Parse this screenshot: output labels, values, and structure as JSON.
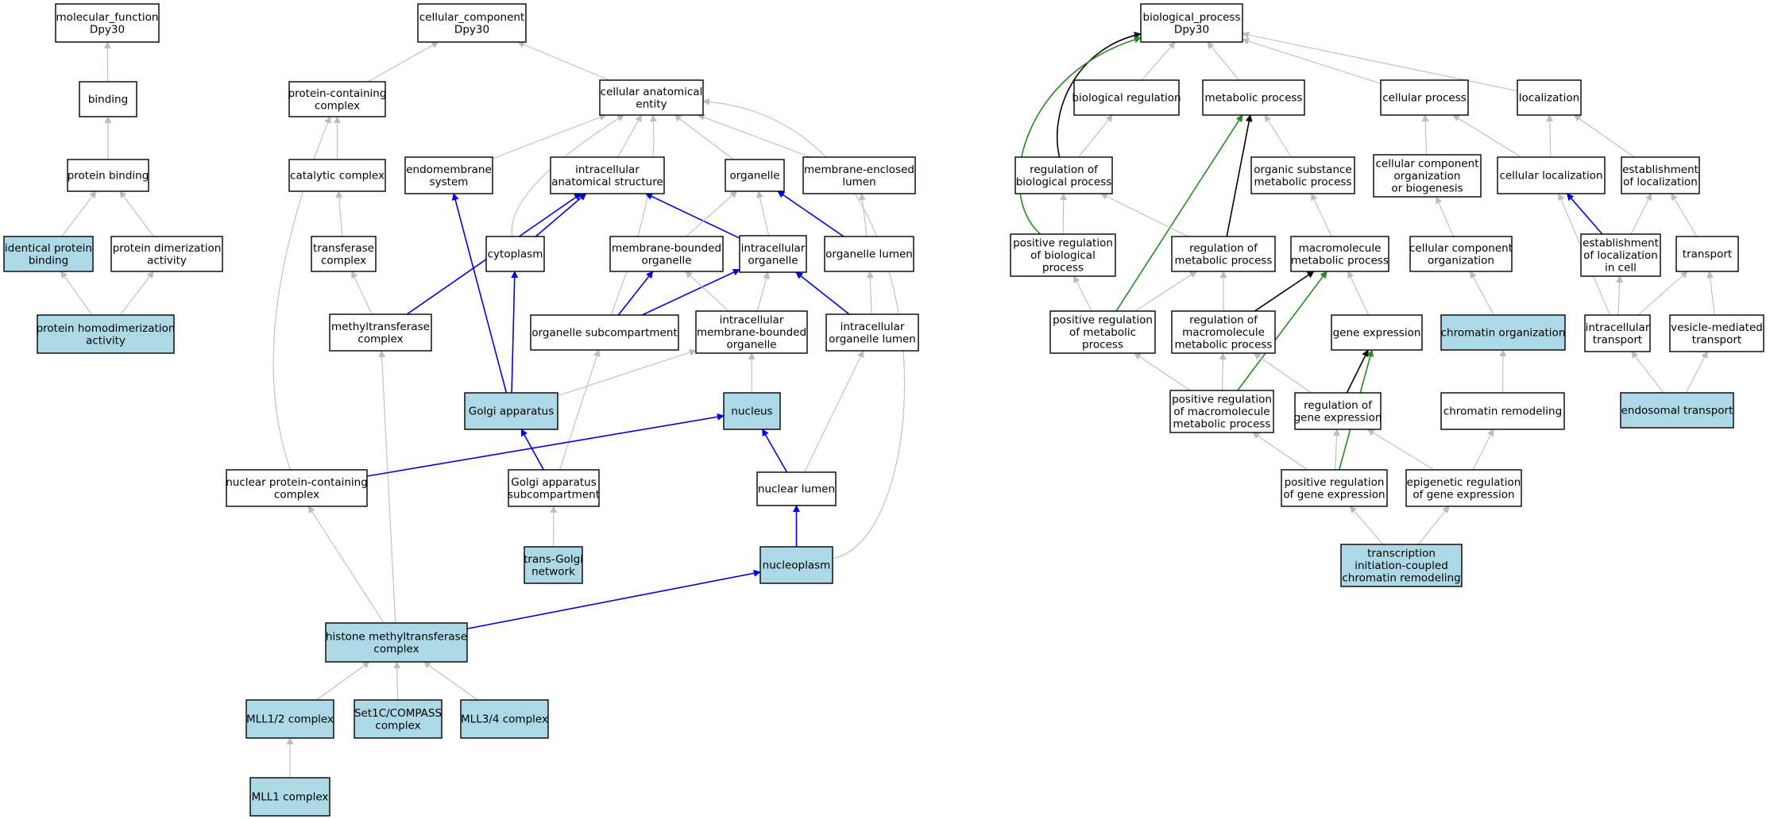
{
  "colors": {
    "highlight_fill": "#add8e6",
    "default_fill": "#ffffff",
    "edge_gray": "#bdbdbd",
    "edge_blue": "#0000ee",
    "edge_green": "#228b22",
    "edge_black": "#000000"
  },
  "nodes": [
    {
      "id": "mf",
      "label": "molecular_function\nDpy30",
      "hl": false
    },
    {
      "id": "binding",
      "label": "binding",
      "hl": false
    },
    {
      "id": "protbinding",
      "label": "protein binding",
      "hl": false
    },
    {
      "id": "identprot",
      "label": "identical protein\nbinding",
      "hl": true
    },
    {
      "id": "protdimer",
      "label": "protein dimerization\nactivity",
      "hl": false
    },
    {
      "id": "protHomodimer",
      "label": "protein homodimerization\nactivity",
      "hl": true
    },
    {
      "id": "cc",
      "label": "cellular_component\nDpy30",
      "hl": false
    },
    {
      "id": "protcontaining",
      "label": "protein-containing\ncomplex",
      "hl": false
    },
    {
      "id": "cae",
      "label": "cellular anatomical\nentity",
      "hl": false
    },
    {
      "id": "catalytic",
      "label": "catalytic complex",
      "hl": false
    },
    {
      "id": "endomembrane",
      "label": "endomembrane\nsystem",
      "hl": false
    },
    {
      "id": "intraanat",
      "label": "intracellular\nanatomical structure",
      "hl": false
    },
    {
      "id": "organelle",
      "label": "organelle",
      "hl": false
    },
    {
      "id": "memenclosed",
      "label": "membrane-enclosed\nlumen",
      "hl": false
    },
    {
      "id": "transferase",
      "label": "transferase\ncomplex",
      "hl": false
    },
    {
      "id": "cytoplasm",
      "label": "cytoplasm",
      "hl": false
    },
    {
      "id": "membound",
      "label": "membrane-bounded\norganelle",
      "hl": false
    },
    {
      "id": "intraorg",
      "label": "intracellular\norganelle",
      "hl": false
    },
    {
      "id": "orglumen",
      "label": "organelle lumen",
      "hl": false
    },
    {
      "id": "methyltrans",
      "label": "methyltransferase\ncomplex",
      "hl": false
    },
    {
      "id": "orgsub",
      "label": "organelle subcompartment",
      "hl": false
    },
    {
      "id": "intramem",
      "label": "intracellular\nmembrane-bounded\norganelle",
      "hl": false
    },
    {
      "id": "intraorglumen",
      "label": "intracellular\norganelle lumen",
      "hl": false
    },
    {
      "id": "golgi",
      "label": "Golgi apparatus",
      "hl": true
    },
    {
      "id": "nucleus",
      "label": "nucleus",
      "hl": true
    },
    {
      "id": "nucprot",
      "label": "nuclear protein-containing\ncomplex",
      "hl": false
    },
    {
      "id": "golgisub",
      "label": "Golgi apparatus\nsubcompartment",
      "hl": false
    },
    {
      "id": "nuclumen",
      "label": "nuclear lumen",
      "hl": false
    },
    {
      "id": "transgolgi",
      "label": "trans-Golgi\nnetwork",
      "hl": true
    },
    {
      "id": "nucleoplasm",
      "label": "nucleoplasm",
      "hl": true
    },
    {
      "id": "histone",
      "label": "histone methyltransferase\ncomplex",
      "hl": true
    },
    {
      "id": "mll12",
      "label": "MLL1/2 complex",
      "hl": true
    },
    {
      "id": "set1c",
      "label": "Set1C/COMPASS\ncomplex",
      "hl": true
    },
    {
      "id": "mll34",
      "label": "MLL3/4 complex",
      "hl": true
    },
    {
      "id": "mll1",
      "label": "MLL1 complex",
      "hl": true
    },
    {
      "id": "bp",
      "label": "biological_process\nDpy30",
      "hl": false
    },
    {
      "id": "bioreg",
      "label": "biological regulation",
      "hl": false
    },
    {
      "id": "metab",
      "label": "metabolic process",
      "hl": false
    },
    {
      "id": "cellproc",
      "label": "cellular process",
      "hl": false
    },
    {
      "id": "local",
      "label": "localization",
      "hl": false
    },
    {
      "id": "regbio",
      "label": "regulation of\nbiological process",
      "hl": false
    },
    {
      "id": "orgsubst",
      "label": "organic substance\nmetabolic process",
      "hl": false
    },
    {
      "id": "ccorgbio",
      "label": "cellular component\norganization\nor biogenesis",
      "hl": false
    },
    {
      "id": "celllocal",
      "label": "cellular localization",
      "hl": false
    },
    {
      "id": "estlocal",
      "label": "establishment\nof localization",
      "hl": false
    },
    {
      "id": "posregbio",
      "label": "positive regulation\nof biological\nprocess",
      "hl": false
    },
    {
      "id": "regmetab",
      "label": "regulation of\nmetabolic process",
      "hl": false
    },
    {
      "id": "macromet",
      "label": "macromolecule\nmetabolic process",
      "hl": false
    },
    {
      "id": "ccorg",
      "label": "cellular component\norganization",
      "hl": false
    },
    {
      "id": "estlocalcell",
      "label": "establishment\nof localization\nin cell",
      "hl": false
    },
    {
      "id": "transport",
      "label": "transport",
      "hl": false
    },
    {
      "id": "posregmet",
      "label": "positive regulation\nof metabolic\nprocess",
      "hl": false
    },
    {
      "id": "regmacro",
      "label": "regulation of\nmacromolecule\nmetabolic process",
      "hl": false
    },
    {
      "id": "geneexp",
      "label": "gene expression",
      "hl": false
    },
    {
      "id": "chromorg",
      "label": "chromatin organization",
      "hl": true
    },
    {
      "id": "intratrans",
      "label": "intracellular\ntransport",
      "hl": false
    },
    {
      "id": "vesicle",
      "label": "vesicle-mediated\ntransport",
      "hl": false
    },
    {
      "id": "posregmacro",
      "label": "positive regulation\nof macromolecule\nmetabolic process",
      "hl": false
    },
    {
      "id": "reggene",
      "label": "regulation of\ngene expression",
      "hl": false
    },
    {
      "id": "chromremod",
      "label": "chromatin remodeling",
      "hl": false
    },
    {
      "id": "endosomal",
      "label": "endosomal transport",
      "hl": true
    },
    {
      "id": "posreggene",
      "label": "positive regulation\nof gene expression",
      "hl": false
    },
    {
      "id": "epigen",
      "label": "epigenetic regulation\nof gene expression",
      "hl": false
    },
    {
      "id": "transcinit",
      "label": "transcription\ninitiation-coupled\nchromatin remodeling",
      "hl": true
    }
  ],
  "edges": [
    {
      "from": "binding",
      "to": "mf",
      "type": "is_a"
    },
    {
      "from": "protbinding",
      "to": "binding",
      "type": "is_a"
    },
    {
      "from": "identprot",
      "to": "protbinding",
      "type": "is_a"
    },
    {
      "from": "protdimer",
      "to": "protbinding",
      "type": "is_a"
    },
    {
      "from": "protHomodimer",
      "to": "identprot",
      "type": "is_a"
    },
    {
      "from": "protHomodimer",
      "to": "protdimer",
      "type": "is_a"
    },
    {
      "from": "protcontaining",
      "to": "cc",
      "type": "is_a"
    },
    {
      "from": "cae",
      "to": "cc",
      "type": "is_a"
    },
    {
      "from": "catalytic",
      "to": "protcontaining",
      "type": "is_a"
    },
    {
      "from": "nucprot",
      "to": "protcontaining",
      "type": "is_a"
    },
    {
      "from": "endomembrane",
      "to": "cae",
      "type": "is_a"
    },
    {
      "from": "intraanat",
      "to": "cae",
      "type": "is_a"
    },
    {
      "from": "organelle",
      "to": "cae",
      "type": "is_a"
    },
    {
      "from": "memenclosed",
      "to": "cae",
      "type": "is_a"
    },
    {
      "from": "cytoplasm",
      "to": "cae",
      "type": "is_a"
    },
    {
      "from": "orgsub",
      "to": "cae",
      "type": "is_a"
    },
    {
      "from": "nucleoplasm",
      "to": "cae",
      "type": "is_a"
    },
    {
      "from": "transferase",
      "to": "catalytic",
      "type": "is_a"
    },
    {
      "from": "methyltrans",
      "to": "transferase",
      "type": "is_a"
    },
    {
      "from": "histone",
      "to": "methyltrans",
      "type": "is_a"
    },
    {
      "from": "histone",
      "to": "nucprot",
      "type": "is_a"
    },
    {
      "from": "methyltrans",
      "to": "intraanat",
      "type": "part_of"
    },
    {
      "from": "cytoplasm",
      "to": "intraanat",
      "type": "part_of"
    },
    {
      "from": "intraorg",
      "to": "intraanat",
      "type": "part_of"
    },
    {
      "from": "golgi",
      "to": "endomembrane",
      "type": "part_of"
    },
    {
      "from": "golgi",
      "to": "cytoplasm",
      "type": "part_of"
    },
    {
      "from": "membound",
      "to": "organelle",
      "type": "is_a"
    },
    {
      "from": "intraorg",
      "to": "organelle",
      "type": "is_a"
    },
    {
      "from": "orglumen",
      "to": "organelle",
      "type": "part_of"
    },
    {
      "from": "orglumen",
      "to": "memenclosed",
      "type": "is_a"
    },
    {
      "from": "orgsub",
      "to": "membound",
      "type": "part_of"
    },
    {
      "from": "orgsub",
      "to": "intraorg",
      "type": "part_of"
    },
    {
      "from": "intramem",
      "to": "membound",
      "type": "is_a"
    },
    {
      "from": "intramem",
      "to": "intraorg",
      "type": "is_a"
    },
    {
      "from": "intraorglumen",
      "to": "intraorg",
      "type": "part_of"
    },
    {
      "from": "intraorglumen",
      "to": "orglumen",
      "type": "is_a"
    },
    {
      "from": "golgi",
      "to": "intramem",
      "type": "is_a"
    },
    {
      "from": "nucleus",
      "to": "intramem",
      "type": "is_a"
    },
    {
      "from": "golgisub",
      "to": "orgsub",
      "type": "is_a"
    },
    {
      "from": "golgisub",
      "to": "golgi",
      "type": "part_of"
    },
    {
      "from": "transgolgi",
      "to": "golgisub",
      "type": "is_a"
    },
    {
      "from": "nucprot",
      "to": "nucleus",
      "type": "part_of"
    },
    {
      "from": "nuclumen",
      "to": "intraorglumen",
      "type": "is_a"
    },
    {
      "from": "nuclumen",
      "to": "nucleus",
      "type": "part_of"
    },
    {
      "from": "nucleoplasm",
      "to": "nuclumen",
      "type": "part_of"
    },
    {
      "from": "histone",
      "to": "nucleoplasm",
      "type": "part_of"
    },
    {
      "from": "mll12",
      "to": "histone",
      "type": "is_a"
    },
    {
      "from": "set1c",
      "to": "histone",
      "type": "is_a"
    },
    {
      "from": "mll34",
      "to": "histone",
      "type": "is_a"
    },
    {
      "from": "mll1",
      "to": "mll12",
      "type": "is_a"
    },
    {
      "from": "bioreg",
      "to": "bp",
      "type": "is_a"
    },
    {
      "from": "metab",
      "to": "bp",
      "type": "is_a"
    },
    {
      "from": "cellproc",
      "to": "bp",
      "type": "is_a"
    },
    {
      "from": "local",
      "to": "bp",
      "type": "is_a"
    },
    {
      "from": "regbio",
      "to": "bp",
      "type": "regulates"
    },
    {
      "from": "posregbio",
      "to": "bp",
      "type": "pos_regulates"
    },
    {
      "from": "regbio",
      "to": "bioreg",
      "type": "is_a"
    },
    {
      "from": "orgsubst",
      "to": "metab",
      "type": "is_a"
    },
    {
      "from": "regmetab",
      "to": "metab",
      "type": "regulates"
    },
    {
      "from": "posregmet",
      "to": "metab",
      "type": "pos_regulates"
    },
    {
      "from": "ccorgbio",
      "to": "cellproc",
      "type": "is_a"
    },
    {
      "from": "celllocal",
      "to": "cellproc",
      "type": "is_a"
    },
    {
      "from": "celllocal",
      "to": "local",
      "type": "is_a"
    },
    {
      "from": "estlocal",
      "to": "local",
      "type": "is_a"
    },
    {
      "from": "posregbio",
      "to": "regbio",
      "type": "is_a"
    },
    {
      "from": "regmetab",
      "to": "regbio",
      "type": "is_a"
    },
    {
      "from": "macromet",
      "to": "orgsubst",
      "type": "is_a"
    },
    {
      "from": "ccorg",
      "to": "ccorgbio",
      "type": "is_a"
    },
    {
      "from": "estlocalcell",
      "to": "celllocal",
      "type": "part_of"
    },
    {
      "from": "estlocalcell",
      "to": "estlocal",
      "type": "is_a"
    },
    {
      "from": "transport",
      "to": "estlocal",
      "type": "is_a"
    },
    {
      "from": "intratrans",
      "to": "celllocal",
      "type": "is_a"
    },
    {
      "from": "posregmet",
      "to": "posregbio",
      "type": "is_a"
    },
    {
      "from": "posregmet",
      "to": "regmetab",
      "type": "is_a"
    },
    {
      "from": "regmacro",
      "to": "regmetab",
      "type": "is_a"
    },
    {
      "from": "regmacro",
      "to": "macromet",
      "type": "regulates"
    },
    {
      "from": "posregmacro",
      "to": "macromet",
      "type": "pos_regulates"
    },
    {
      "from": "geneexp",
      "to": "macromet",
      "type": "is_a"
    },
    {
      "from": "chromorg",
      "to": "ccorg",
      "type": "is_a"
    },
    {
      "from": "intratrans",
      "to": "estlocalcell",
      "type": "is_a"
    },
    {
      "from": "intratrans",
      "to": "transport",
      "type": "is_a"
    },
    {
      "from": "vesicle",
      "to": "transport",
      "type": "is_a"
    },
    {
      "from": "posregmacro",
      "to": "posregmet",
      "type": "is_a"
    },
    {
      "from": "posregmacro",
      "to": "regmacro",
      "type": "is_a"
    },
    {
      "from": "reggene",
      "to": "regmacro",
      "type": "is_a"
    },
    {
      "from": "reggene",
      "to": "geneexp",
      "type": "regulates"
    },
    {
      "from": "posreggene",
      "to": "geneexp",
      "type": "pos_regulates"
    },
    {
      "from": "chromremod",
      "to": "chromorg",
      "type": "is_a"
    },
    {
      "from": "endosomal",
      "to": "intratrans",
      "type": "is_a"
    },
    {
      "from": "endosomal",
      "to": "vesicle",
      "type": "is_a"
    },
    {
      "from": "posreggene",
      "to": "posregmacro",
      "type": "is_a"
    },
    {
      "from": "posreggene",
      "to": "reggene",
      "type": "is_a"
    },
    {
      "from": "epigen",
      "to": "reggene",
      "type": "is_a"
    },
    {
      "from": "epigen",
      "to": "chromremod",
      "type": "is_a"
    },
    {
      "from": "transcinit",
      "to": "posreggene",
      "type": "is_a"
    },
    {
      "from": "transcinit",
      "to": "epigen",
      "type": "is_a"
    }
  ]
}
